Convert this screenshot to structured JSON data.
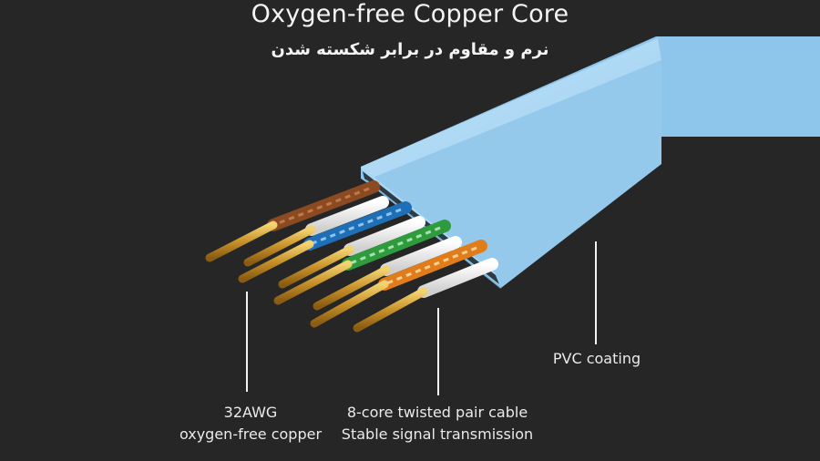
{
  "title": "Oxygen-free Copper Core",
  "subtitle": "نرم و مقاوم در برابر شکسته شدن",
  "callouts": {
    "pvc": {
      "line1": "PVC coating"
    },
    "copper": {
      "line1": "32AWG",
      "line2": "oxygen-free copper"
    },
    "pair": {
      "line1": "8-core twisted pair cable",
      "line2": "Stable signal transmission"
    }
  },
  "colors": {
    "background": "#262626",
    "pvc_jacket": "#9fd0f0",
    "copper": "#d8a83a",
    "wire_brown": "#8b4a22",
    "wire_blue": "#1f6fb6",
    "wire_green": "#2e9b3c",
    "wire_orange": "#e07d1a",
    "wire_white": "#f2f2f2"
  }
}
